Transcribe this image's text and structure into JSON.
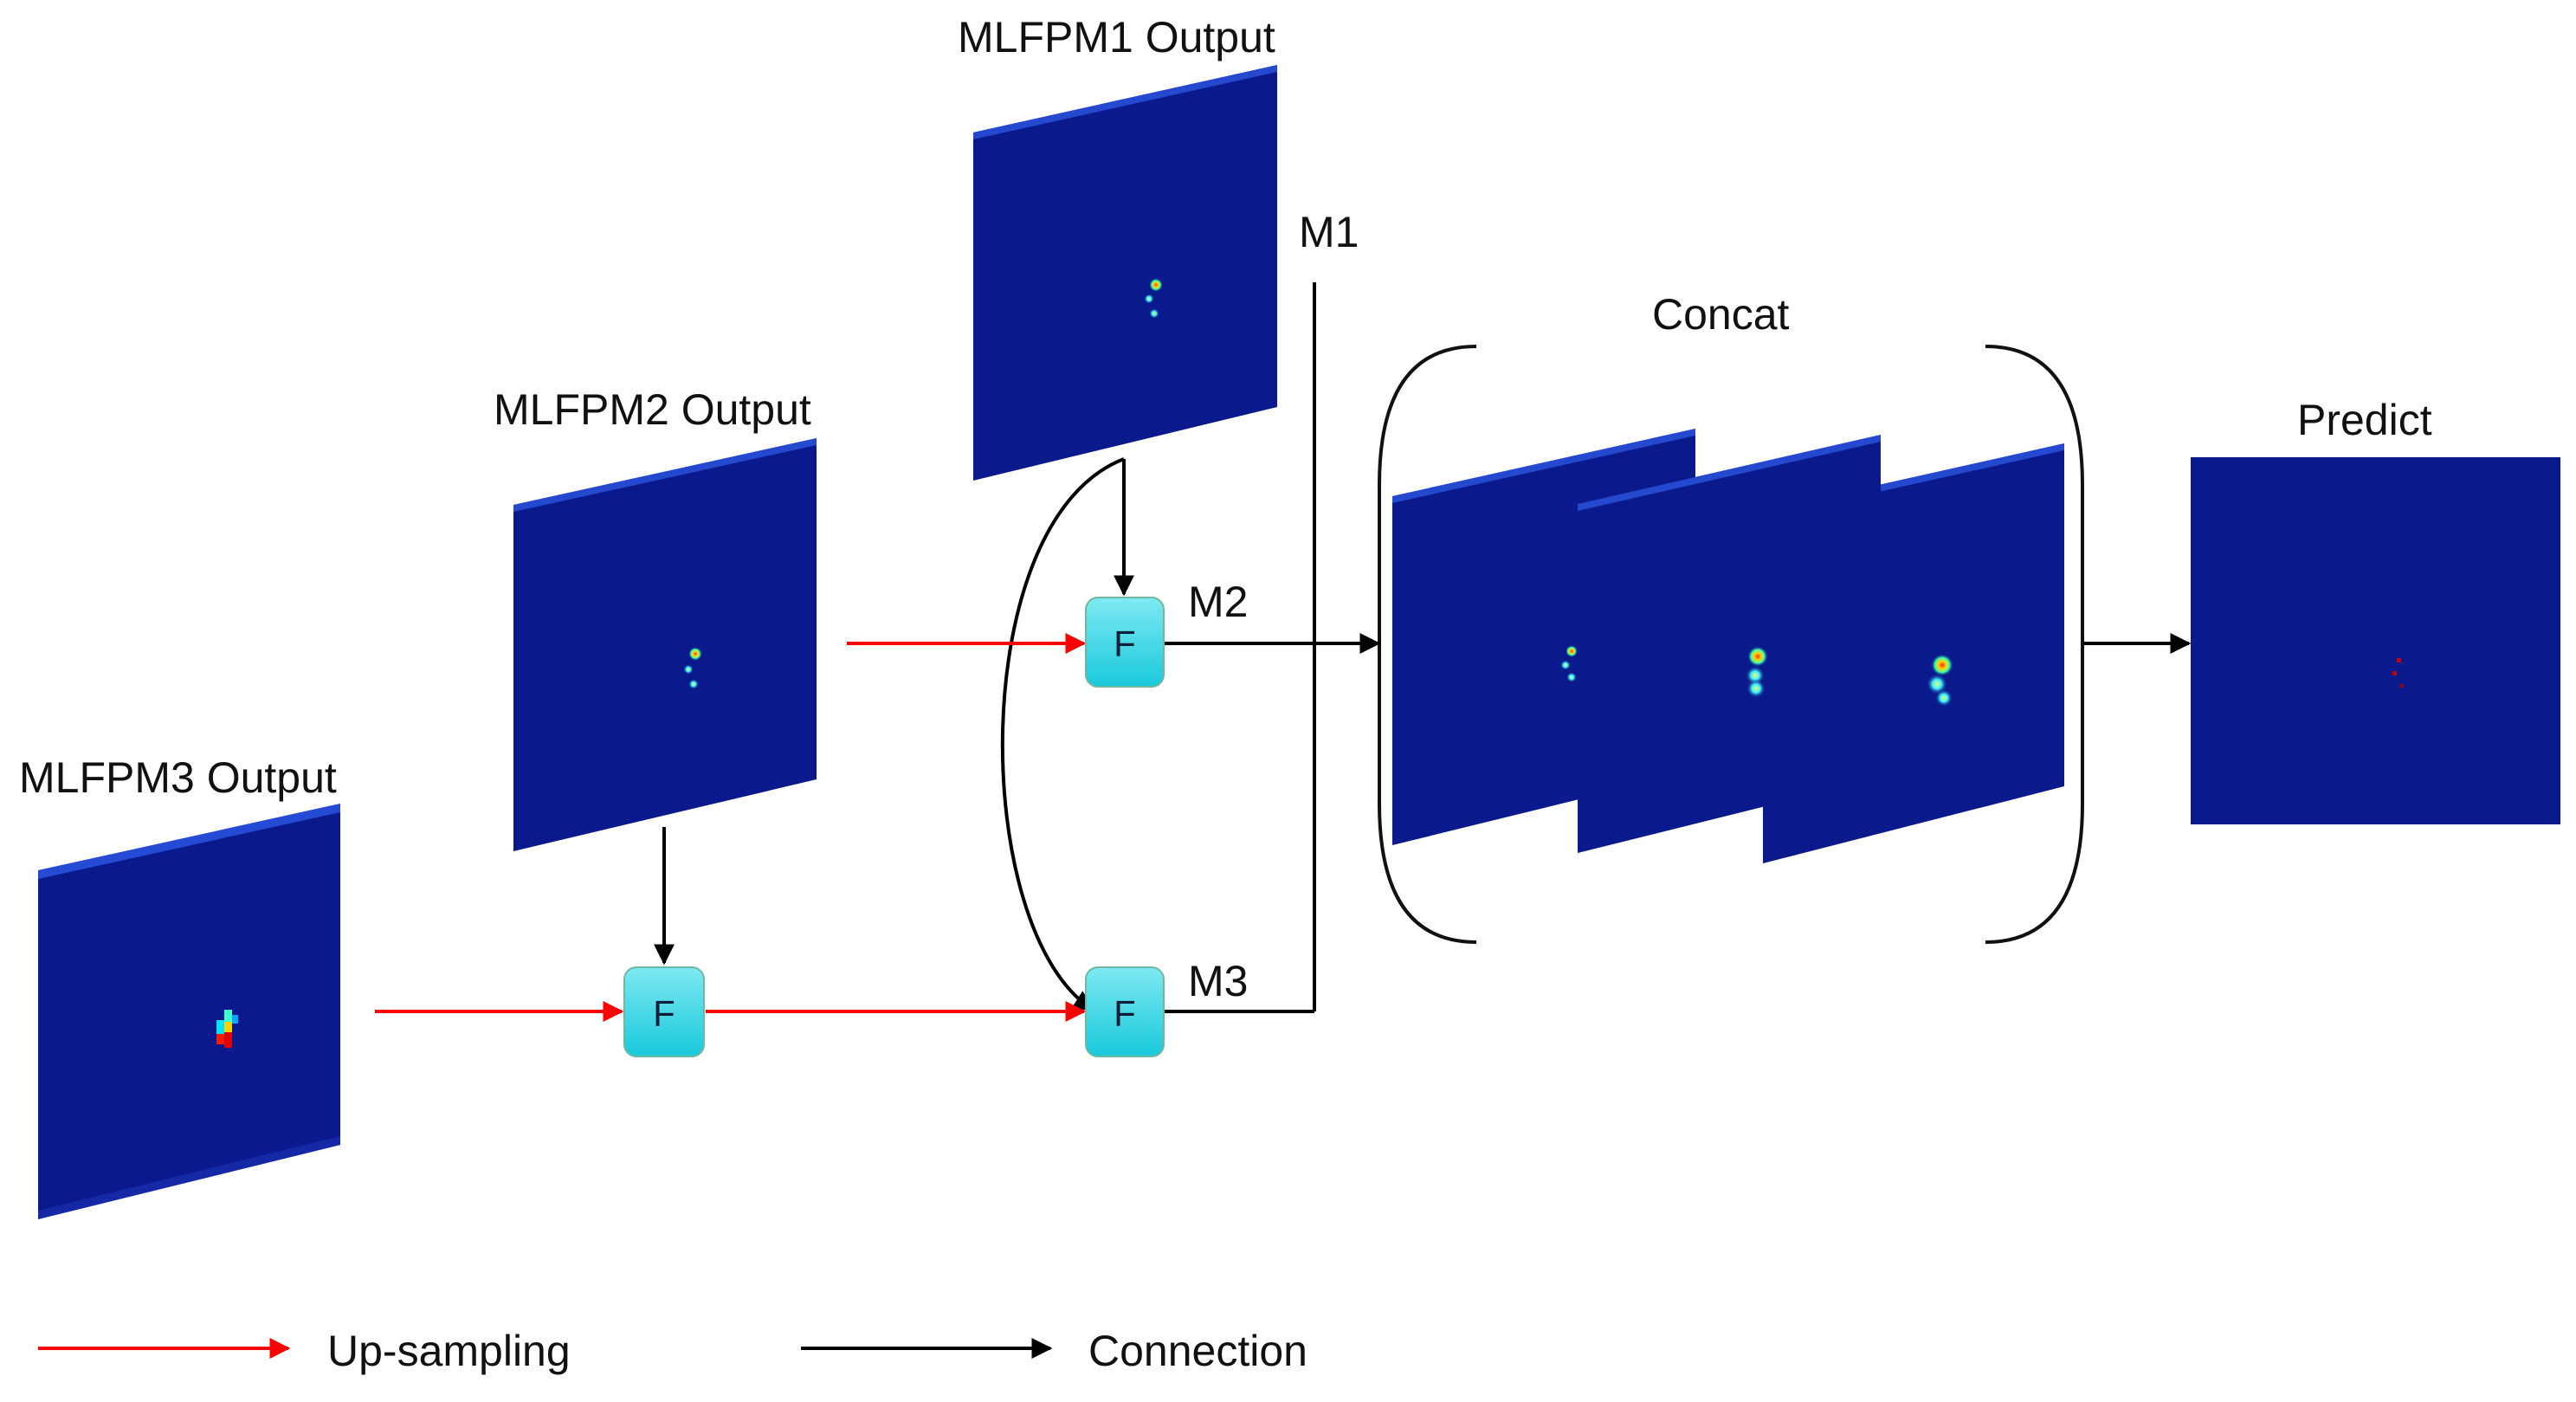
{
  "labels": {
    "mlfpm1": "MLFPM1 Output",
    "mlfpm2": "MLFPM2 Output",
    "mlfpm3": "MLFPM3 Output",
    "concat": "Concat",
    "predict": "Predict",
    "m1": "M1",
    "m2": "M2",
    "m3": "M3"
  },
  "fusion_label": "F",
  "legend": {
    "upsampling": "Up-sampling",
    "connection": "Connection"
  },
  "colors": {
    "upsampling_arrow": "#ff0000",
    "connection_arrow": "#000000",
    "feature_map": "#0a1a8c",
    "fusion_block": "#2fd8e6"
  }
}
